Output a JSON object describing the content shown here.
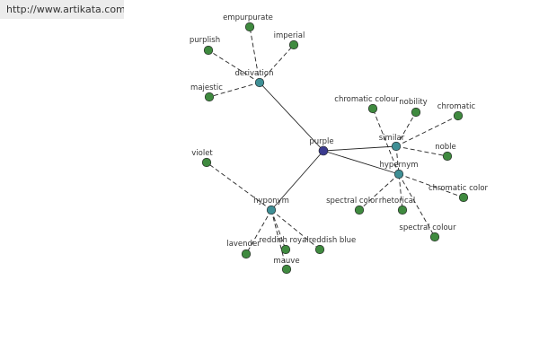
{
  "banner": {
    "url": "http://www.artikata.com"
  },
  "colors": {
    "center": "#3b3b8f",
    "hub": "#3f8f95",
    "leaf": "#3f8a3f"
  },
  "graph": {
    "center": {
      "id": "purple",
      "label": "purple"
    },
    "hubs": [
      {
        "id": "derivation",
        "label": "derivation"
      },
      {
        "id": "similar",
        "label": "similar"
      },
      {
        "id": "hypernym",
        "label": "hypernym"
      },
      {
        "id": "hyponym",
        "label": "hyponym"
      }
    ],
    "leaves": [
      {
        "id": "empurpurate",
        "label": "empurpurate",
        "hub": "derivation"
      },
      {
        "id": "purplish",
        "label": "purplish",
        "hub": "derivation"
      },
      {
        "id": "imperial",
        "label": "imperial",
        "hub": "derivation"
      },
      {
        "id": "majestic",
        "label": "majestic",
        "hub": "derivation"
      },
      {
        "id": "chromatic-colour",
        "label": "chromatic colour",
        "hub": "hypernym"
      },
      {
        "id": "nobility",
        "label": "nobility",
        "hub": "similar"
      },
      {
        "id": "chromatic",
        "label": "chromatic",
        "hub": "similar"
      },
      {
        "id": "noble",
        "label": "noble",
        "hub": "similar"
      },
      {
        "id": "chromatic-color",
        "label": "chromatic color",
        "hub": "hypernym"
      },
      {
        "id": "spectral-color",
        "label": "spectral color",
        "hub": "hypernym"
      },
      {
        "id": "rhetorical",
        "label": "rhetorical",
        "hub": "similar"
      },
      {
        "id": "spectral-colour",
        "label": "spectral colour",
        "hub": "hypernym"
      },
      {
        "id": "violet",
        "label": "violet",
        "hub": "hyponym"
      },
      {
        "id": "lavender",
        "label": "lavender",
        "hub": "hyponym"
      },
      {
        "id": "reddish-royal",
        "label": "reddish royal",
        "hub": "hyponym"
      },
      {
        "id": "reddish-blue",
        "label": "reddish blue",
        "hub": "hyponym"
      },
      {
        "id": "mauve",
        "label": "mauve",
        "hub": "hyponym"
      }
    ]
  }
}
